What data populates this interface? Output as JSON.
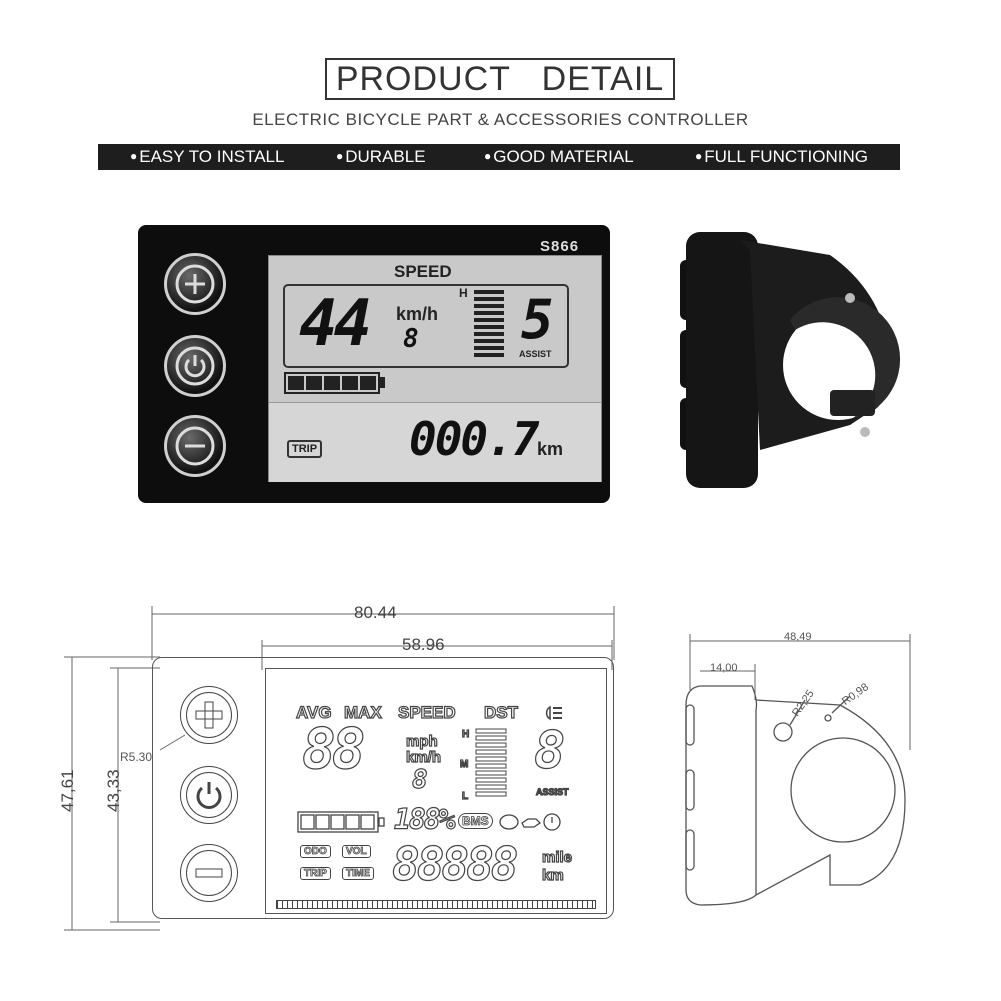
{
  "header": {
    "title": "PRODUCT   DETAIL",
    "subtitle": "ELECTRIC BICYCLE PART & ACCESSORIES CONTROLLER"
  },
  "features": [
    "EASY TO INSTALL",
    "DURABLE",
    "GOOD MATERIAL",
    "FULL FUNCTIONING"
  ],
  "display": {
    "model": "S866",
    "speed_label": "SPEED",
    "speed_value": "44",
    "speed_unit": "km/h",
    "speed_small": "8",
    "level_top": "H",
    "assist_value": "5",
    "assist_label": "ASSIST",
    "battery_bars": 5,
    "trip_label": "TRIP",
    "odometer_value": "000.7",
    "odometer_unit": "km"
  },
  "drawing": {
    "width_total": "80.44",
    "width_screen": "58.96",
    "height_total": "47,61",
    "height_inner": "43,33",
    "radius": "R5.30",
    "side_width": "48,49",
    "side_depth": "14,00",
    "hole_r1": "R2,25",
    "hole_r2": "R0,98",
    "lcd_top_labels": [
      "AVG",
      "MAX",
      "SPEED",
      "DST"
    ],
    "lcd_speed_digits": "88",
    "lcd_speed_units": [
      "mph",
      "km/h"
    ],
    "lcd_small_digit": "8",
    "lcd_levels": [
      "H",
      "M",
      "L"
    ],
    "lcd_assist_digit": "8",
    "lcd_assist_label": "ASSIST",
    "lcd_percent": "188%",
    "lcd_bms": "BMS",
    "lcd_tags": [
      "ODO",
      "VOL",
      "TRIP",
      "TIME"
    ],
    "lcd_odo_digits": "88888",
    "lcd_units": [
      "mile",
      "km"
    ]
  },
  "colors": {
    "bar": "#1e1e1e",
    "lcd": "#c9c9c9",
    "device": "#0d0d0d"
  }
}
